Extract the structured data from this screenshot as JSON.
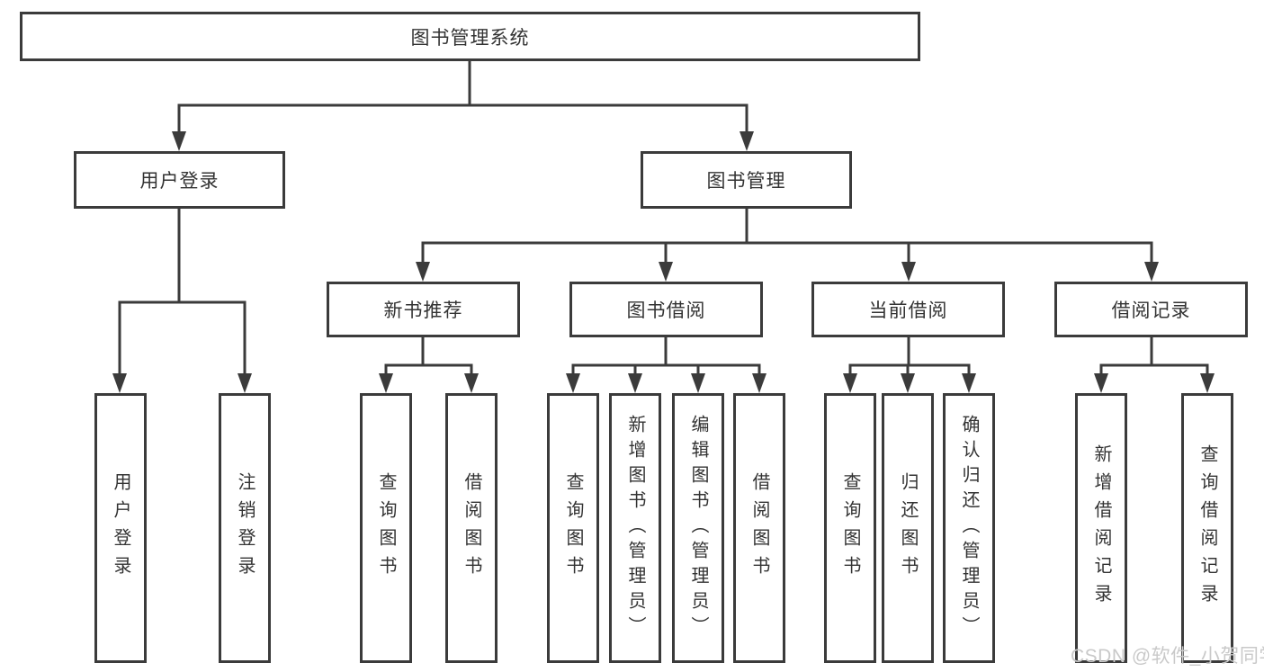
{
  "tree": {
    "root": {
      "label": "图书管理系统"
    },
    "branches": [
      {
        "label": "用户登录",
        "children": [
          "用户登录",
          "注销登录"
        ]
      },
      {
        "label": "图书管理",
        "sections": [
          {
            "label": "新书推荐",
            "children": [
              "查询图书",
              "借阅图书"
            ]
          },
          {
            "label": "图书借阅",
            "children": [
              "查询图书",
              "新增图书（管理员）",
              "编辑图书（管理员）",
              "借阅图书"
            ]
          },
          {
            "label": "当前借阅",
            "children": [
              "查询图书",
              "归还图书",
              "确认归还（管理员）"
            ]
          },
          {
            "label": "借阅记录",
            "children": [
              "新增借阅记录",
              "查询借阅记录"
            ]
          }
        ]
      }
    ]
  },
  "watermark": {
    "text": "CSDN @软件_小贺同学"
  },
  "colors": {
    "line": "#3b3b3b",
    "text": "#333333",
    "watermark": "#c9c9c9",
    "background": "#ffffff"
  }
}
